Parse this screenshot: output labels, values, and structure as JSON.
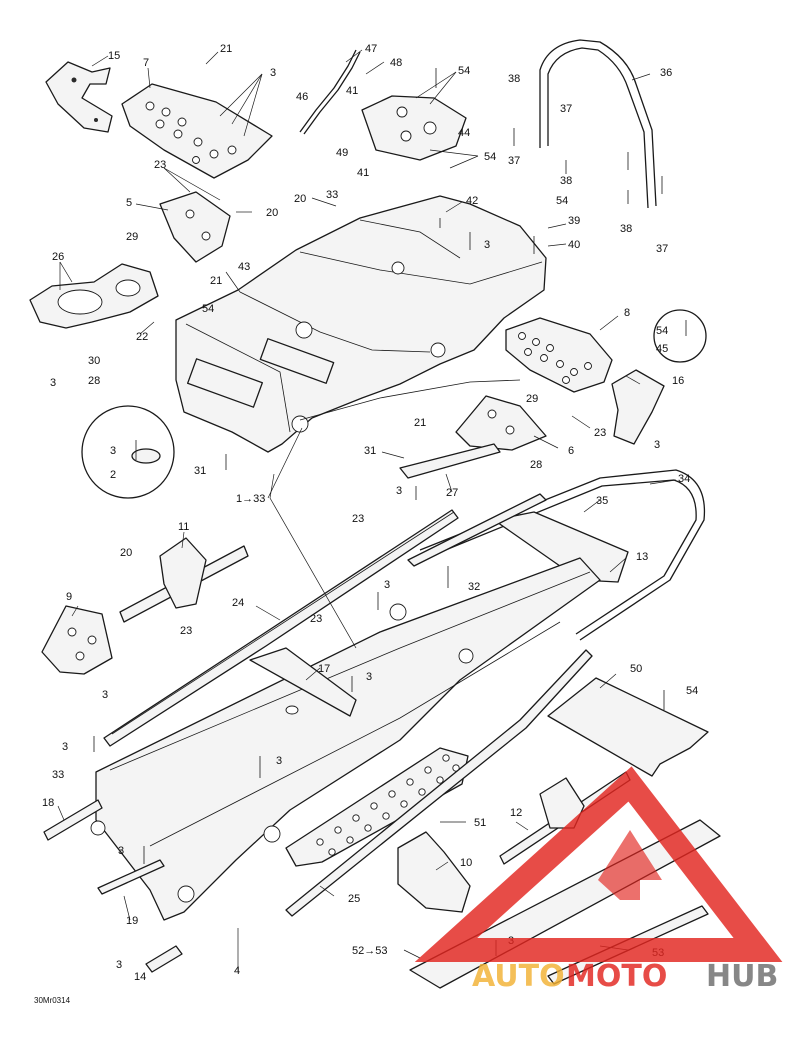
{
  "drawing_code": "30Mr0314",
  "labels": [
    "15",
    "7",
    "21",
    "3",
    "47",
    "48",
    "41",
    "54",
    "36",
    "38",
    "37",
    "46",
    "44",
    "49",
    "41",
    "54",
    "37",
    "38",
    "38",
    "37",
    "23",
    "5",
    "20",
    "33",
    "20",
    "42",
    "3",
    "54",
    "39",
    "40",
    "29",
    "21",
    "26",
    "43",
    "54",
    "8",
    "22",
    "30",
    "54",
    "45",
    "28",
    "3",
    "16",
    "3",
    "29",
    "21",
    "23",
    "6",
    "31",
    "3",
    "2",
    "31",
    "28",
    "3",
    "27",
    "1→33",
    "34",
    "35",
    "23",
    "11",
    "20",
    "13",
    "32",
    "3",
    "24",
    "23",
    "9",
    "23",
    "3",
    "17",
    "3",
    "50",
    "54",
    "3",
    "3",
    "33",
    "51",
    "18",
    "12",
    "3",
    "10",
    "25",
    "19",
    "52→53",
    "3",
    "3",
    "14",
    "4",
    "53"
  ],
  "watermark": {
    "text_a": "AUTO",
    "text_b": "MOTO",
    "text_c": "HUB",
    "color_red": "#e2251f",
    "color_gold": "#f2b134",
    "color_gray": "#6d6d6d"
  }
}
